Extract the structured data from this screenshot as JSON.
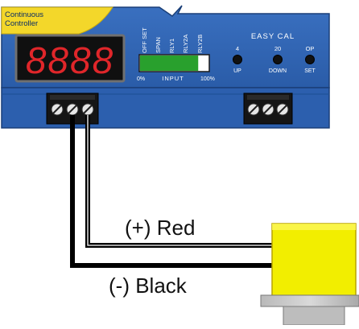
{
  "controller": {
    "brand_line1": "Continuous",
    "brand_line2": "Controller",
    "display_value": "8888",
    "mode_labels": [
      "OFF SET",
      "SPAN",
      "RLY1",
      "RLY2A",
      "RLY2B"
    ],
    "input_bar_level": 0.85,
    "input_min": "0%",
    "input_label": "INPUT",
    "input_max": "100%",
    "easycal_title": "EASY CAL",
    "buttons": [
      {
        "top": "4",
        "bottom": "UP"
      },
      {
        "top": "20",
        "bottom": "DOWN"
      },
      {
        "top": "OP",
        "bottom": "SET"
      }
    ]
  },
  "wiring": {
    "positive_label": "(+) Red",
    "negative_label": "(-) Black"
  },
  "colors": {
    "panel_blue": "#2f65b4",
    "panel_dark": "#1d4f93",
    "brand_yellow": "#f3d72a",
    "display_red": "#e0262a",
    "input_green": "#29a02d",
    "sensor_yellow": "#f2ee00"
  }
}
